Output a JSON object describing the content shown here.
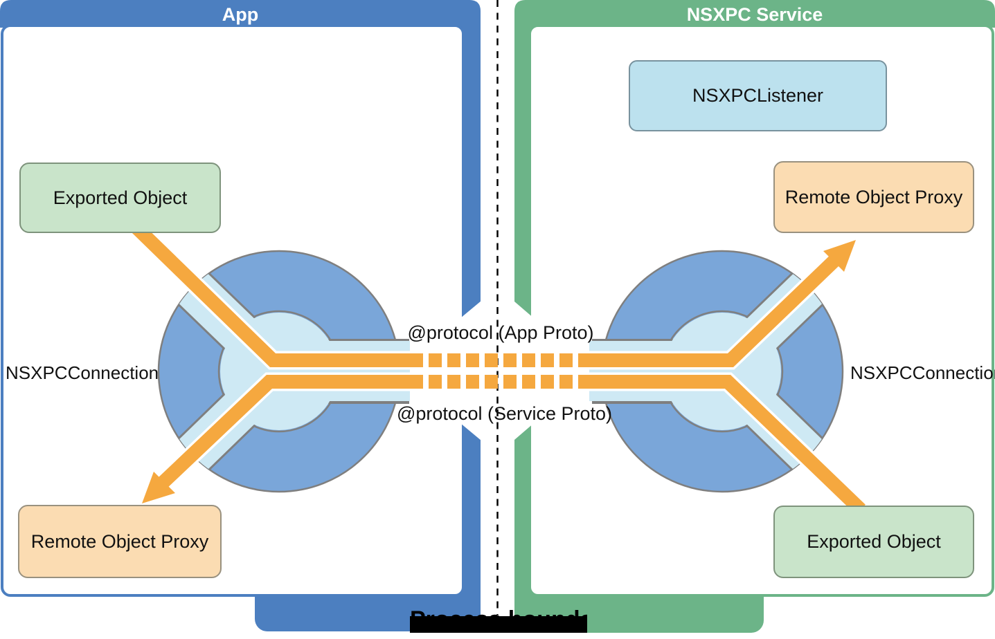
{
  "left_panel": {
    "title": "App",
    "exported_object_label": "Exported Object",
    "remote_object_proxy_label": "Remote Object Proxy",
    "connection_label": "NSXPCConnection"
  },
  "right_panel": {
    "title": "NSXPC Service",
    "listener_label": "NSXPCListener",
    "remote_object_proxy_label": "Remote Object Proxy",
    "exported_object_label": "Exported Object",
    "connection_label": "NSXPCConnection"
  },
  "center": {
    "protocol_app_label": "@protocol (App Proto)",
    "protocol_service_label": "@protocol (Service Proto)",
    "process_boundary_label": "Process boundary"
  },
  "colors": {
    "app_blue": "#4C7FC0",
    "service_green": "#6CB488",
    "circle_blue": "#7AA6D9",
    "channel_light_blue": "#CEE9F4",
    "arrow_orange": "#F5A83F",
    "box_green_fill": "#C9E4CA",
    "box_orange_fill": "#FBDCB2",
    "box_listener_fill": "#BCE1EE",
    "outline_gray": "#7F7F7F"
  }
}
